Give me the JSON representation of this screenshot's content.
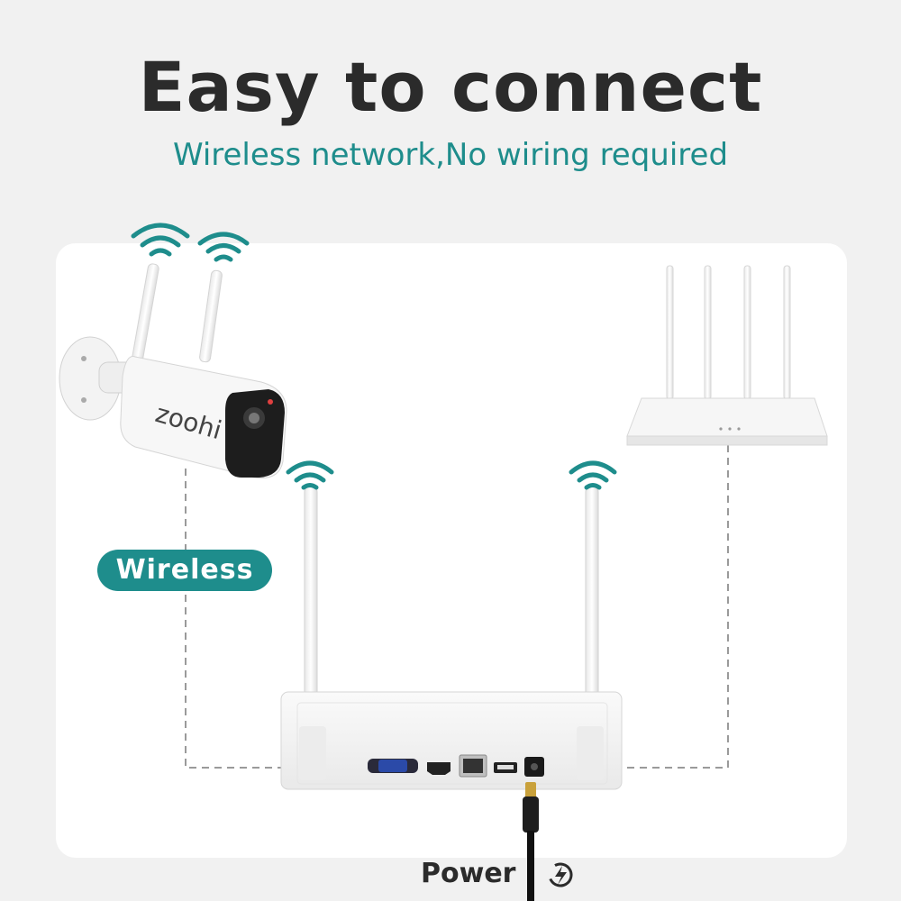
{
  "header": {
    "title": "Easy to connect",
    "subtitle": "Wireless network,No wiring required"
  },
  "badge": {
    "label": "Wireless"
  },
  "camera": {
    "brand": "zoohi"
  },
  "power": {
    "label": "Power"
  },
  "colors": {
    "accent": "#1e8d8c",
    "title": "#2b2b2b",
    "background": "#f1f1f1",
    "card": "#ffffff",
    "device": "#f4f4f4",
    "connection_line": "#9a9a9a"
  },
  "icons": [
    "wifi-signal-icon",
    "power-icon"
  ]
}
